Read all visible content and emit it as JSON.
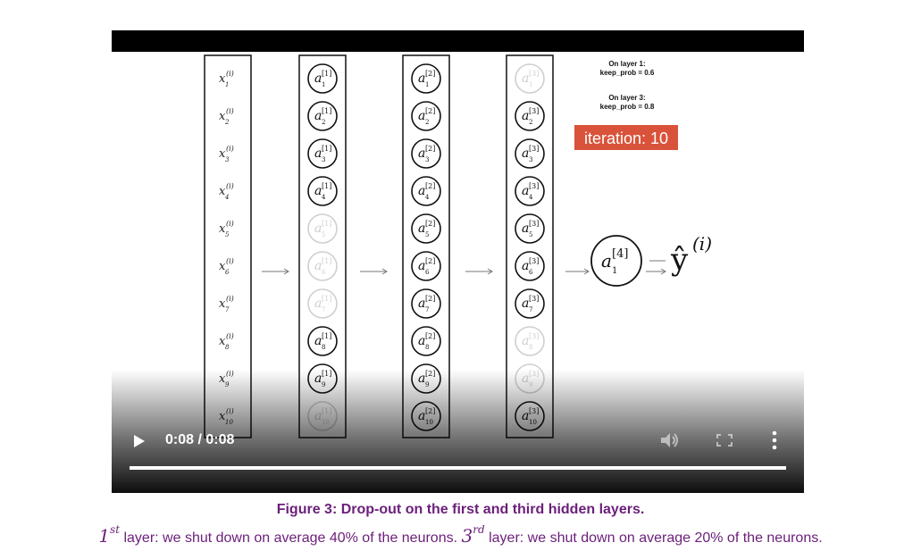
{
  "video": {
    "time": "0:08 / 0:08",
    "progress": 1.0,
    "play_icon": "play-icon",
    "volume_icon": "volume-icon",
    "fullscreen_icon": "fullscreen-icon",
    "more_icon": "more-vert-icon"
  },
  "diagram": {
    "input_labels": [
      "1",
      "2",
      "3",
      "4",
      "5",
      "6",
      "7",
      "8",
      "9",
      "10"
    ],
    "input_base": "x",
    "input_superscript": "(i)",
    "layers": [
      {
        "superscript": "[1]",
        "active": [
          true,
          true,
          true,
          true,
          false,
          false,
          false,
          true,
          true,
          false
        ]
      },
      {
        "superscript": "[2]",
        "active": [
          true,
          true,
          true,
          true,
          true,
          true,
          true,
          true,
          true,
          true
        ]
      },
      {
        "superscript": "[3]",
        "active": [
          false,
          true,
          true,
          true,
          true,
          true,
          true,
          false,
          false,
          true
        ]
      }
    ],
    "output_neuron": {
      "base": "a",
      "superscript": "[4]",
      "subscript": "1"
    },
    "yhat": {
      "base": "ŷ",
      "superscript": "(i)"
    },
    "notes": [
      {
        "title": "On layer 1:",
        "text": "keep_prob = 0.6"
      },
      {
        "title": "On layer 3:",
        "text": "keep_prob = 0.8"
      }
    ],
    "iteration_badge": "iteration: 10",
    "badge_color": "#d9533a",
    "active_color": "#111111",
    "dropped_color": "#cfcfcf"
  },
  "caption": {
    "figure_label": "Figure 3",
    "figure_title": "Drop-out on the first and third hidden layers.",
    "line_1_num": "1",
    "line_1_sup": "st",
    "line_1_text": " layer: we shut down on average 40% of the neurons. ",
    "line_2_num": "3",
    "line_2_sup": "rd",
    "line_2_text": " layer: we shut down on average 20% of the neurons."
  }
}
